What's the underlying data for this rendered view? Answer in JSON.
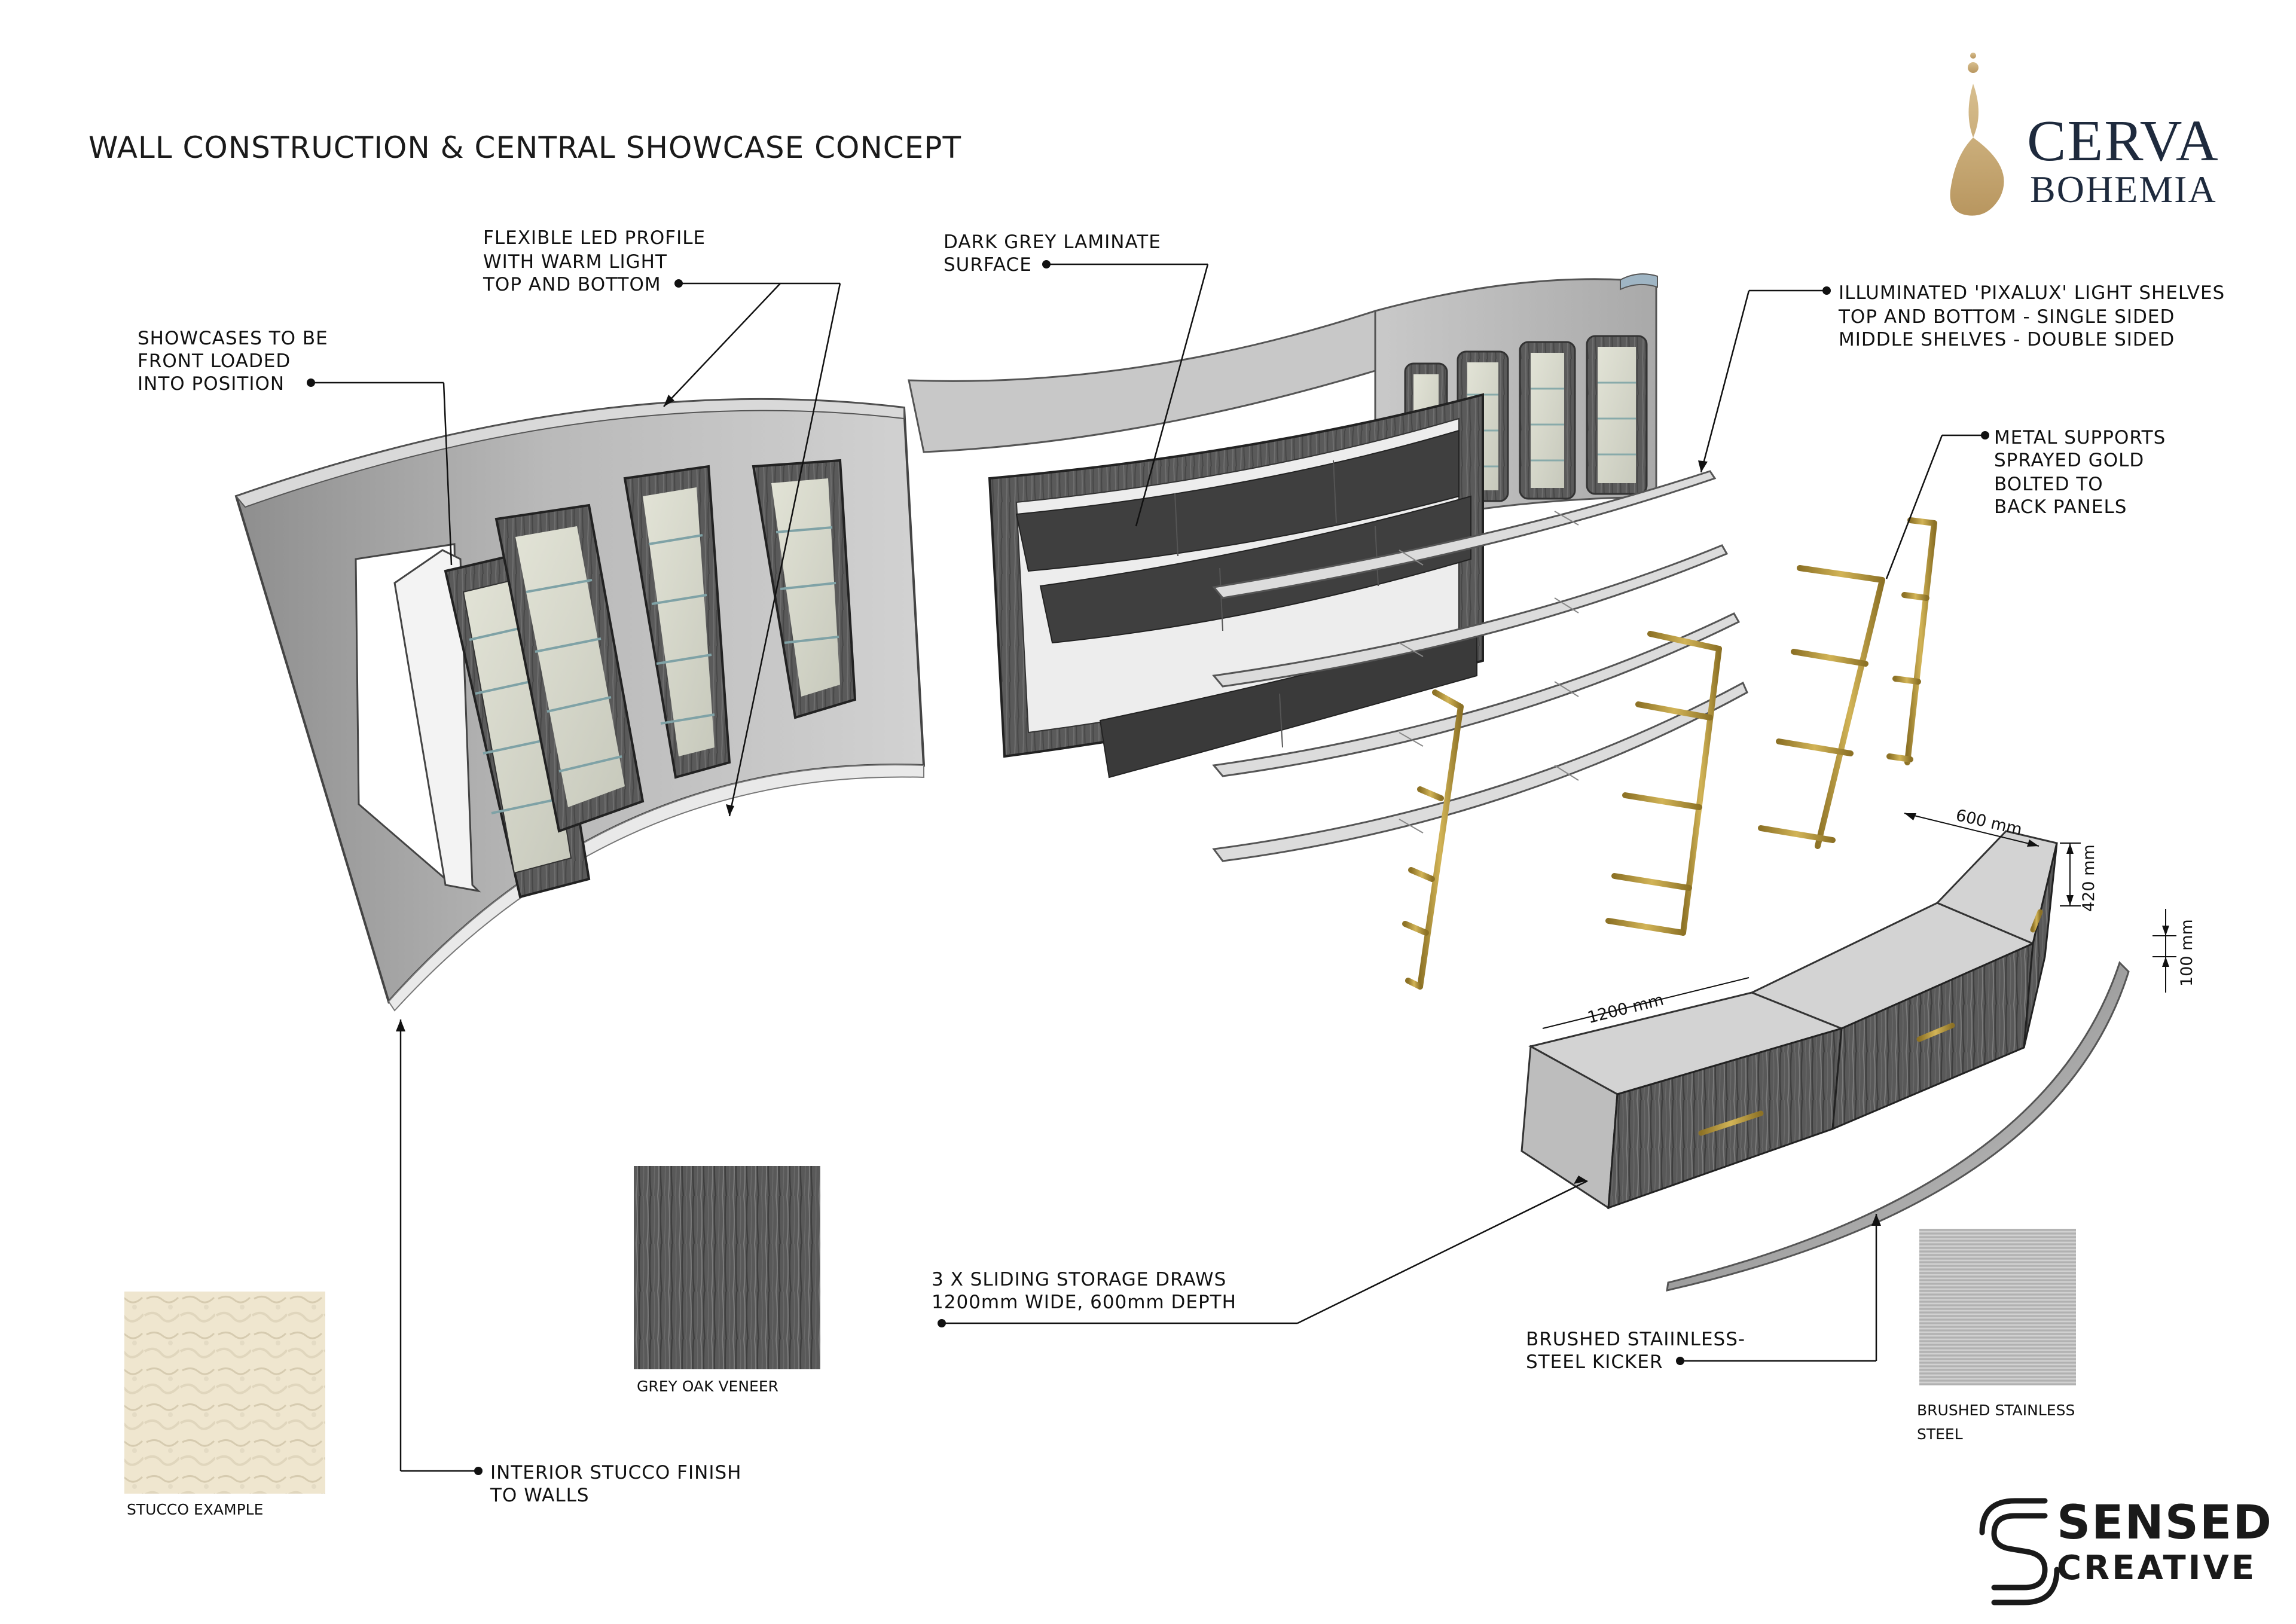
{
  "title": "WALL CONSTRUCTION & CENTRAL SHOWCASE CONCEPT",
  "brand": {
    "name_line1": "CERVA",
    "name_line2": "BOHEMIA",
    "footer_line1": "SENSED",
    "footer_line2": "CREATIVE",
    "gold": "#c8a977",
    "navy": "#1e2a3d"
  },
  "labels": {
    "led_1": "FLEXIBLE LED PROFILE",
    "led_2": "WITH WARM LIGHT",
    "led_3": "TOP AND BOTTOM",
    "laminate_1": "DARK GREY LAMINATE",
    "laminate_2": "SURFACE",
    "showcase_1": "SHOWCASES TO BE",
    "showcase_2": "FRONT LOADED",
    "showcase_3": "INTO POSITION",
    "shelves_1": "ILLUMINATED 'PIXALUX' LIGHT SHELVES",
    "shelves_2": "TOP AND BOTTOM - SINGLE SIDED",
    "shelves_3": "MIDDLE SHELVES - DOUBLE SIDED",
    "supports_1": "METAL SUPPORTS",
    "supports_2": "SPRAYED GOLD",
    "supports_3": "BOLTED TO",
    "supports_4": "BACK PANELS",
    "draws_1": "3 X SLIDING STORAGE DRAWS",
    "draws_2": "1200mm WIDE, 600mm DEPTH",
    "kicker_1": "BRUSHED STAIINLESS-",
    "kicker_2": "STEEL KICKER",
    "stucco_1": "INTERIOR STUCCO FINISH",
    "stucco_2": "TO WALLS"
  },
  "dimensions": {
    "depth": "600 mm",
    "height": "420 mm",
    "kicker": "100 mm",
    "width": "1200 mm"
  },
  "swatches": {
    "oak": "GREY OAK VENEER",
    "stucco": "STUCCO EXAMPLE",
    "steel_1": "BRUSHED STAINLESS",
    "steel_2": "STEEL"
  }
}
